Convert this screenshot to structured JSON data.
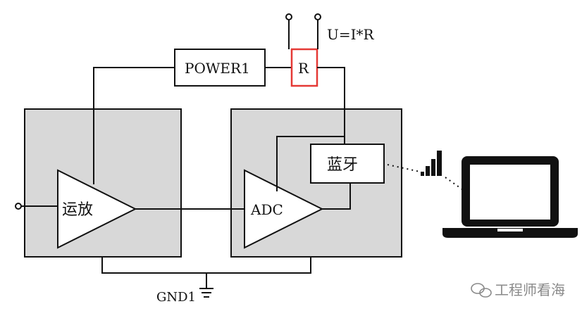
{
  "diagram": {
    "power_label": "POWER1",
    "resistor_label": "R",
    "formula": "U=I*R",
    "opamp_label": "运放",
    "adc_label": "ADC",
    "bluetooth_label": "蓝牙",
    "ground_label": "GND1"
  },
  "colors": {
    "module_fill": "#d8d8d8",
    "resistor_border": "#e53935",
    "line": "#111111"
  },
  "icons": [
    "signal-bars-icon",
    "laptop-icon",
    "wechat-icon"
  ],
  "watermark": {
    "text": "工程师看海"
  }
}
